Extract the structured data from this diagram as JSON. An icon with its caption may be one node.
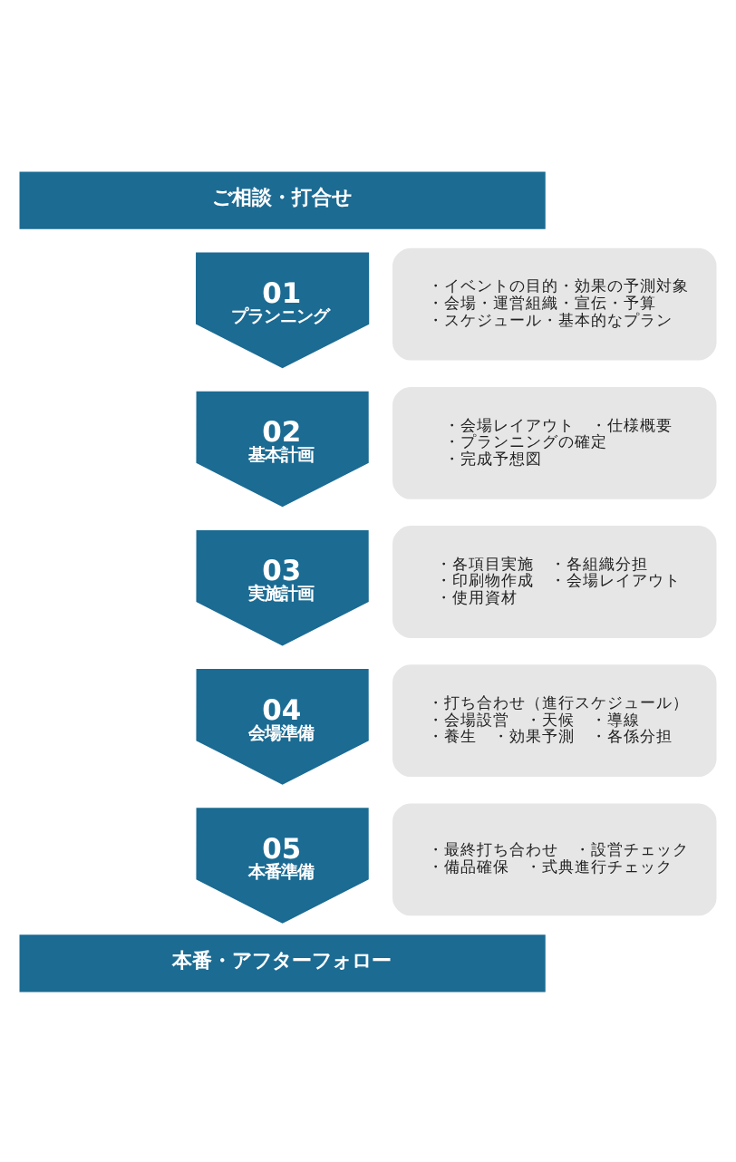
{
  "diagram": {
    "nodes": [
      {
        "text": [
          "ご相談・打合せ"
        ]
      },
      {
        "text": [
          "01",
          "プランニング"
        ]
      },
      {
        "text": [
          "・イベントの目的・効果の予測対象",
          "・会場・運営組織・宣伝・予算",
          "・スケジュール・基本的なプラン"
        ]
      },
      {
        "text": [
          "02",
          "基本計画"
        ]
      },
      {
        "text": [
          "・会場レイアウト　・仕様概要",
          "・プランニングの確定",
          "・完成予想図"
        ]
      },
      {
        "text": [
          "03",
          "実施計画"
        ]
      },
      {
        "text": [
          "・各項目実施　・各組織分担",
          "・印刷物作成　・会場レイアウト",
          "・使用資材"
        ]
      },
      {
        "text": [
          "04",
          "会場準備"
        ]
      },
      {
        "text": [
          "・打ち合わせ（進行スケジュール）",
          "・会場設営　・天候　・導線",
          "・養生　・効果予測　・各係分担"
        ]
      },
      {
        "text": [
          "05",
          "本番準備"
        ]
      },
      {
        "text": [
          "・最終打ち合わせ　・設営チェック",
          "・備品確保　・式典進行チェック"
        ]
      },
      {
        "text": [
          "本番・アフターフォロー"
        ]
      }
    ],
    "edges": []
  }
}
